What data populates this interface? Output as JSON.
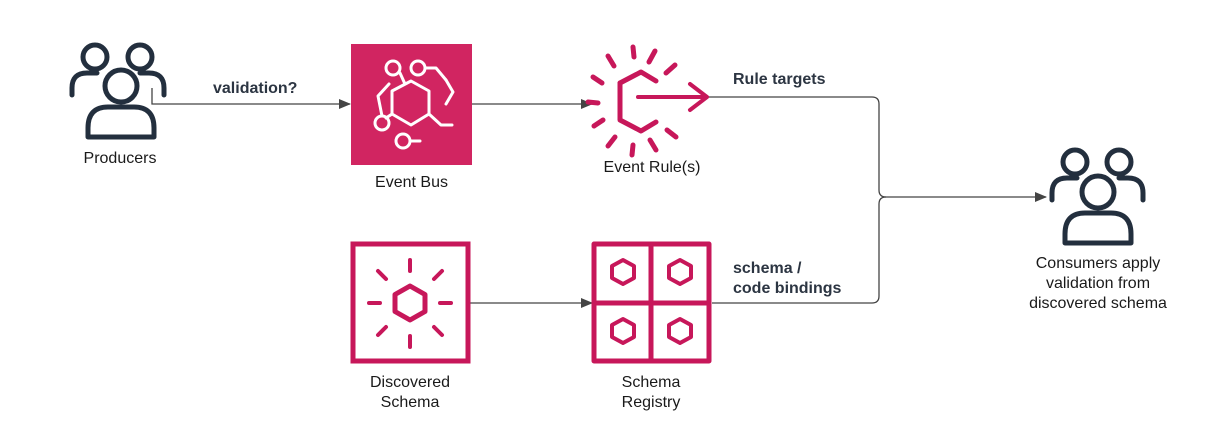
{
  "colors": {
    "accent": "#c7175a",
    "bus_fill": "#d12561",
    "icon_stroke": "#232f3e",
    "connector": "#444444"
  },
  "nodes": {
    "producers": {
      "label": "Producers",
      "icon": "users-icon"
    },
    "event_bus": {
      "label": "Event Bus",
      "icon": "event-bus-icon"
    },
    "event_rules": {
      "label": "Event Rule(s)",
      "icon": "event-rule-icon"
    },
    "discovered_schema": {
      "label": "Discovered\nSchema",
      "icon": "discovered-schema-icon"
    },
    "schema_registry": {
      "label": "Schema\nRegistry",
      "icon": "schema-registry-icon"
    },
    "consumers": {
      "label": "Consumers apply\nvalidation from\ndiscovered schema",
      "icon": "users-icon"
    }
  },
  "edges": {
    "validation": "validation?",
    "rule_targets": "Rule targets",
    "schema_bindings": "schema /\ncode bindings"
  }
}
